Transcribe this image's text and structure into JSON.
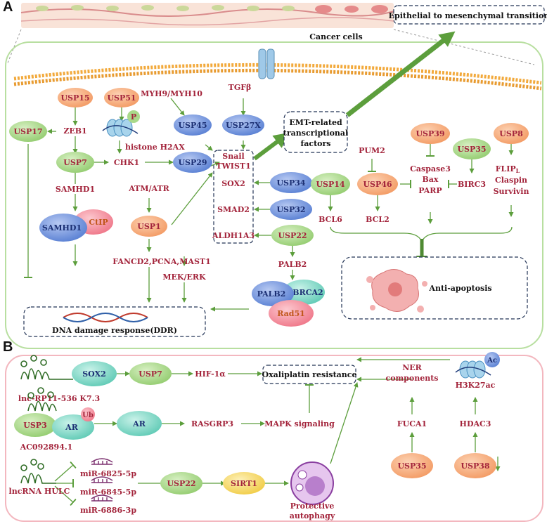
{
  "panel_a": {
    "label": "A",
    "top_cells_label": "Cancer cells",
    "emt_title": "Epithelial to mesenchymal transition",
    "receptor": "TGFβ",
    "myh": "MYH9/MYH10",
    "usp15": "USP15",
    "usp51": "USP51",
    "usp17": "USP17",
    "zeb1": "ZEB1",
    "p_badge": "P",
    "histone": "histone H2AX",
    "usp45": "USP45",
    "usp27x": "USP27X",
    "emt_factors": [
      "EMT-related",
      "transcriptional",
      "factors"
    ],
    "usp7": "USP7",
    "chk1": "CHK1",
    "usp29": "USP29",
    "snail": "Snail",
    "twist1": "TWIST1",
    "sox2": "SOX2",
    "smad2": "SMAD2",
    "aldh1a3": "ALDH1A3",
    "samhd1": "SAMHD1",
    "samhd1_node": "SAMHD1",
    "ctip": "CtIP",
    "atm": "ATM/ATR",
    "usp1": "USP1",
    "usp34": "USP34",
    "usp32": "USP32",
    "usp22": "USP22",
    "fancd2": "FANCD2,PCNA,MAST1",
    "mekerk": "MEK/ERK",
    "palb2": "PALB2",
    "palb2_node": "PALB2",
    "brca2": "BRCA2",
    "rad51": "Rad51",
    "ddr": "DNA damage response(DDR)",
    "pum2": "PUM2",
    "usp14": "USP14",
    "usp46": "USP46",
    "usp39": "USP39",
    "usp35": "USP35",
    "usp8": "USP8",
    "caspase3": "Caspase3",
    "bax": "Bax",
    "parp": "PARP",
    "birc3": "BIRC3",
    "flip": "FLIP",
    "flip_sub": "L",
    "claspin": "Claspin",
    "survivin": "Survivin",
    "bcl6": "BCL6",
    "bcl2": "BCL2",
    "anti_apoptosis": "Anti-apoptosis"
  },
  "panel_b": {
    "label": "B",
    "sox2": "SOX2",
    "usp7": "USP7",
    "hif": "HIF-1α",
    "oxaliplatin": "Oxaliplatin resistance",
    "lnc1": "lnc-RP11-536 K7.3",
    "usp3": "USP3",
    "ar": "AR",
    "ub": "Ub",
    "ar2": "AR",
    "rasgrp3": "RASGRP3",
    "mapk": "MAPK signaling",
    "ac": "AC092894.1",
    "lnc_hulc": "lncRNA HULC",
    "mir1": "miR-6825-5p",
    "mir2": "miR-6845-5p",
    "mir3": "miR-6886-3p",
    "usp22": "USP22",
    "sirt1": "SIRT1",
    "autophagy": [
      "Protective",
      "autophagy"
    ],
    "ner": [
      "NER",
      "components"
    ],
    "fuca1": "FUCA1",
    "usp35": "USP35",
    "h3k27ac": "H3K27ac",
    "ac_badge": "Ac",
    "hdac3": "HDAC3",
    "usp38": "USP38"
  },
  "colors": {
    "orange_node": "#f8a878",
    "green_node": "#a9d98a",
    "blue_node": "#6f92dc",
    "teal_node": "#7fd8c8",
    "pink_node": "#f58f9e",
    "yellow_node": "#f6d96b",
    "text_red": "#a3243b",
    "text_dark": "#111111",
    "arrow_green": "#5c9e3c",
    "panel_a_border": "#b8dfa0",
    "panel_b_border": "#f3b7bf"
  }
}
